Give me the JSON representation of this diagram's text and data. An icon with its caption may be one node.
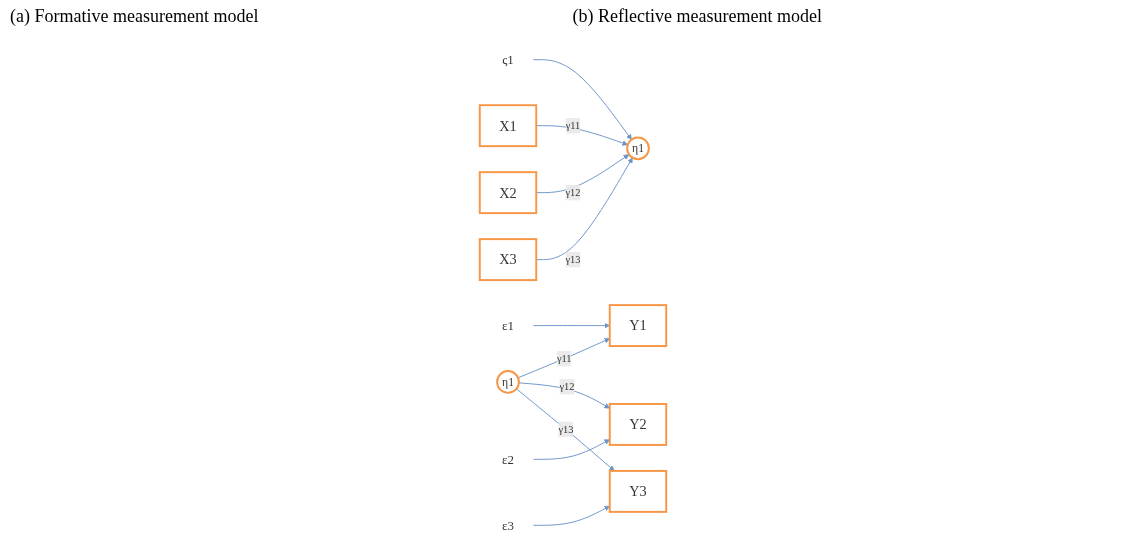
{
  "diagram": {
    "nodes": [
      {
        "text": [
          "ς1"
        ]
      },
      {
        "text": [
          "X1"
        ]
      },
      {
        "text": [
          "η1"
        ]
      },
      {
        "text": [
          "X2"
        ]
      },
      {
        "text": [
          "X3"
        ]
      },
      {
        "text": [
          "Y1"
        ]
      },
      {
        "text": [
          "ε1"
        ]
      },
      {
        "text": [
          "η1"
        ]
      },
      {
        "text": [
          "Y2"
        ]
      },
      {
        "text": [
          "ε2"
        ]
      },
      {
        "text": [
          "Y3"
        ]
      },
      {
        "text": [
          "ε3"
        ]
      }
    ],
    "edges": [
      {
        "from": 0,
        "to": 2,
        "arrow": "to"
      },
      {
        "from": 1,
        "to": 2,
        "arrow": "to",
        "label": "γ11"
      },
      {
        "from": 3,
        "to": 2,
        "arrow": "to",
        "label": "γ12"
      },
      {
        "from": 4,
        "to": 2,
        "arrow": "to",
        "label": "γ13"
      },
      {
        "from": 7,
        "to": 5,
        "arrow": "to",
        "label": "γ11"
      },
      {
        "from": 7,
        "to": 8,
        "arrow": "to",
        "label": "γ12"
      },
      {
        "from": 7,
        "to": 10,
        "arrow": "to",
        "label": "γ13"
      },
      {
        "from": 6,
        "to": 5,
        "arrow": "to"
      },
      {
        "from": 9,
        "to": 8,
        "arrow": "to"
      },
      {
        "from": 11,
        "to": 10,
        "arrow": "to"
      }
    ],
    "labels": [
      "(a) Formative measurement model",
      "(b) Reflective measurement model"
    ]
  }
}
